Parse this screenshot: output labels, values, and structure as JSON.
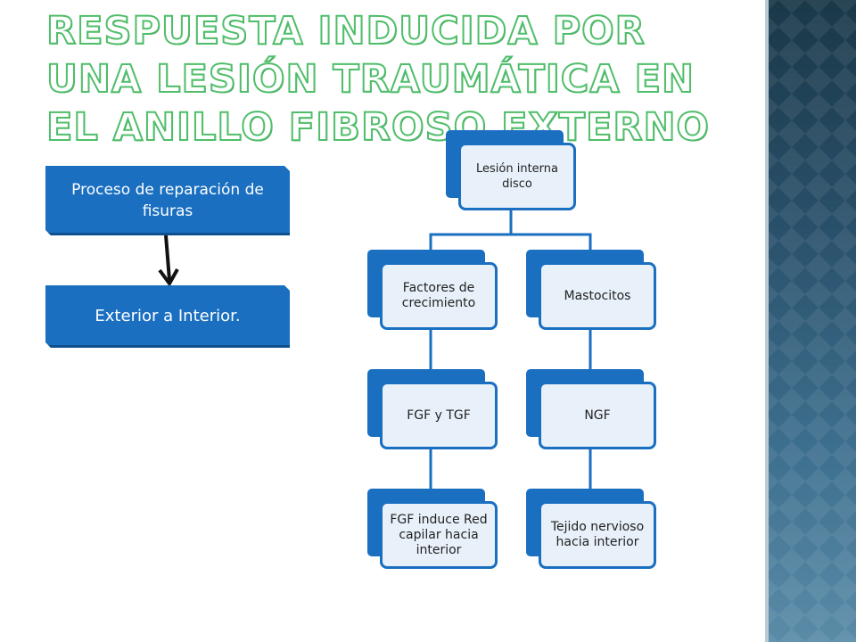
{
  "title": "Respuesta inducida por una lesión traumática en el anillo fibroso externo",
  "left_flow": {
    "box1": "Proceso de reparación de fisuras",
    "box2": "Exterior a Interior."
  },
  "tree": {
    "root": "Lesión interna disco",
    "left_branch": {
      "level1": "Factores de crecimiento",
      "level2": "FGF y TGF",
      "level3": "FGF induce Red capilar hacia interior"
    },
    "right_branch": {
      "level1": "Mastocitos",
      "level2": "NGF",
      "level3": "Tejido nervioso hacia interior"
    }
  },
  "colors": {
    "box_blue": "#1a6fc0",
    "node_fill": "#e8f1fa",
    "title_outline": "#4fbe6a",
    "side_panel": "#29506a"
  }
}
